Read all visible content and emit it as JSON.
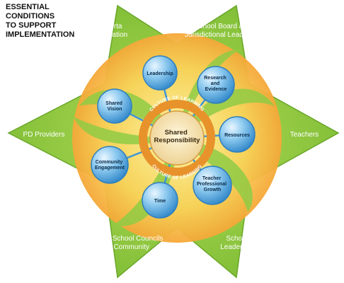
{
  "title_lines": [
    "ESSENTIAL",
    "CONDITIONS",
    "TO SUPPORT",
    "IMPLEMENTATION"
  ],
  "star_points": {
    "alberta": [
      "Alberta",
      "Education"
    ],
    "school_board": [
      "School Board and",
      "Jurisdictional Leadership"
    ],
    "teachers": [
      "Teachers"
    ],
    "school_leadership": [
      "School",
      "Leadership"
    ],
    "parents": [
      "Parents, School Councils",
      "and Community"
    ],
    "pd_providers": [
      "PD Providers"
    ]
  },
  "conditions": {
    "leadership": [
      "Leadership"
    ],
    "research": [
      "Research",
      "and",
      "Evidence"
    ],
    "resources": [
      "Resources"
    ],
    "teacher_growth": [
      "Teacher",
      "Professional",
      "Growth"
    ],
    "time": [
      "Time"
    ],
    "community": [
      "Community",
      "Engagement"
    ],
    "shared_vision": [
      "Shared",
      "Vision"
    ]
  },
  "center": [
    "Shared",
    "Responsibility"
  ],
  "ring_label": "CULTURE OF LEARNING",
  "colors": {
    "star_green": "#8cc63f",
    "star_green_dark": "#6aa72a",
    "swirl_orange": "#f4a33a",
    "swirl_yellow": "#fde36a",
    "bubble_blue": "#4aa3df",
    "bubble_light": "#bfe3f8",
    "ring_orange": "#e8922c",
    "center_fill": "#f6e2b4"
  }
}
